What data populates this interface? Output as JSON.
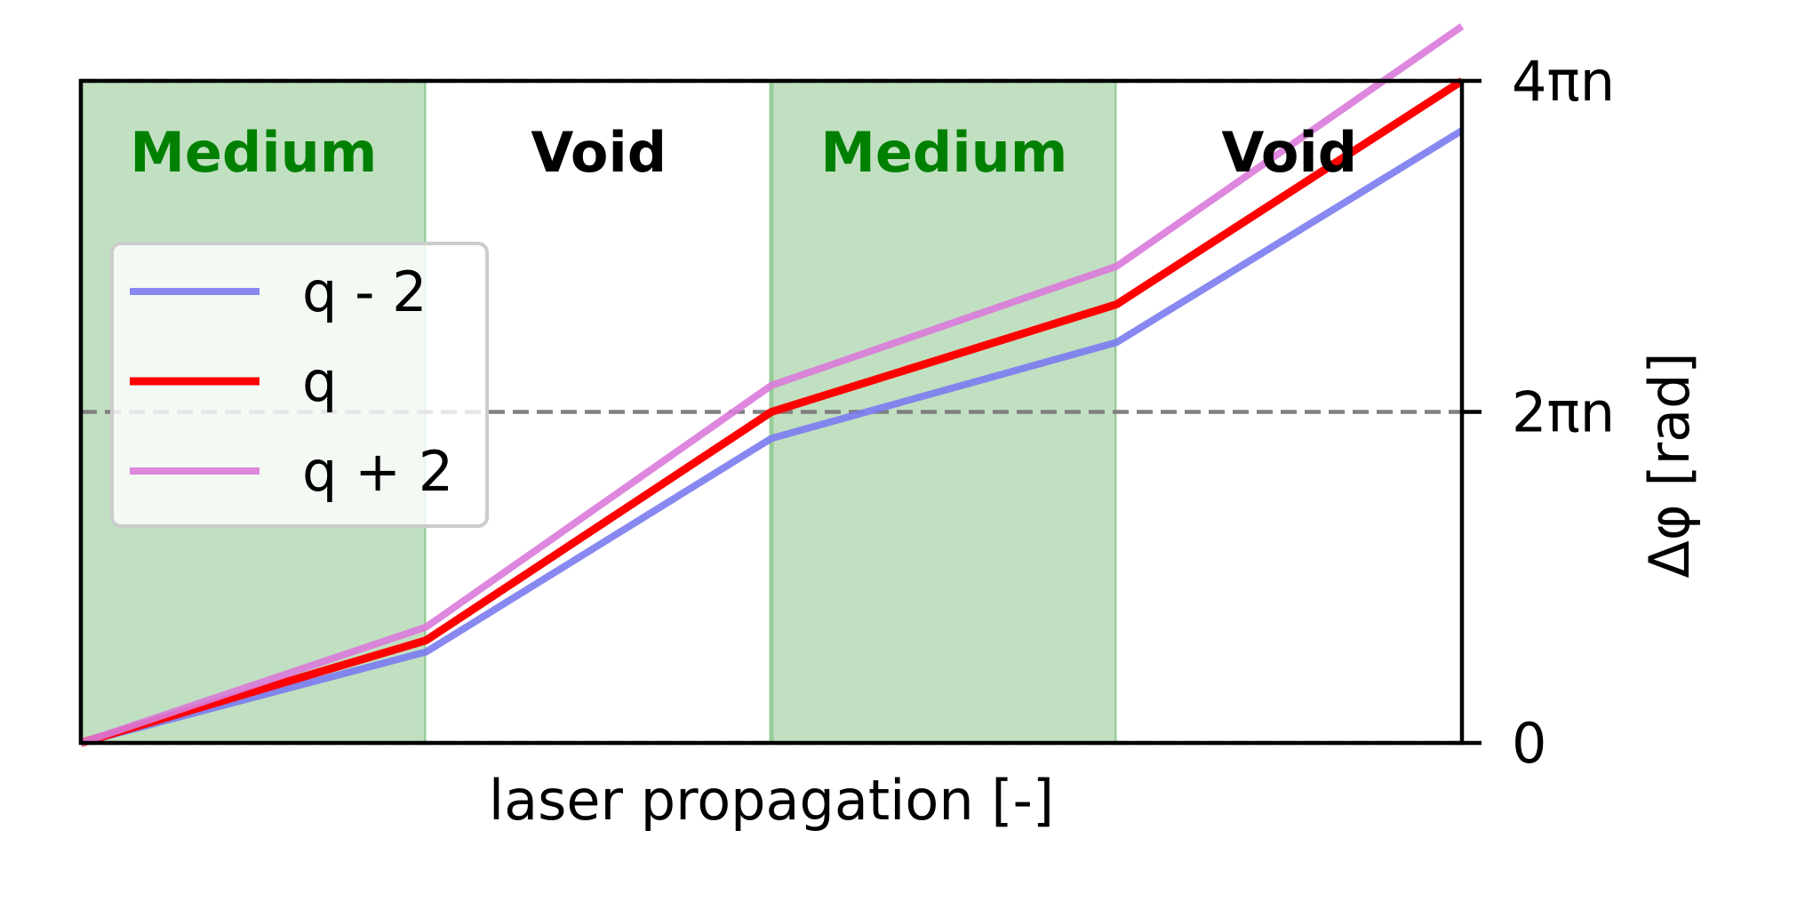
{
  "chart_data": {
    "type": "line",
    "title": "",
    "xlabel": "laser propagation [-]",
    "ylabel": "Δφ [rad]",
    "y_axis_side": "right",
    "xlim": [
      0,
      4
    ],
    "ylim": [
      0,
      4.0
    ],
    "x_ticks_shown": false,
    "y_ticks": [
      {
        "value": 0,
        "label": "0"
      },
      {
        "value": 2,
        "label": "2πn"
      },
      {
        "value": 4,
        "label": "4πn"
      }
    ],
    "reference_lines": [
      {
        "value": 0,
        "style": "dashed",
        "color": "#808080"
      },
      {
        "value": 2,
        "style": "dashed",
        "color": "#808080"
      },
      {
        "value": 4,
        "style": "dashed",
        "color": "#808080"
      }
    ],
    "regions": [
      {
        "label": "Medium",
        "x0": 0,
        "x1": 1,
        "fill": "#c1e0c1",
        "label_color": "#008000"
      },
      {
        "label": "Void",
        "x0": 1,
        "x1": 2,
        "fill": "#ffffff",
        "label_color": "#000000"
      },
      {
        "label": "Medium",
        "x0": 2,
        "x1": 3,
        "fill": "#c1e0c1",
        "label_color": "#008000"
      },
      {
        "label": "Void",
        "x0": 3,
        "x1": 4,
        "fill": "#ffffff",
        "label_color": "#000000"
      }
    ],
    "x": [
      0,
      1,
      2,
      3,
      4
    ],
    "series": [
      {
        "name": "q - 2",
        "color": "#7b7bf0",
        "values": [
          0,
          0.55,
          1.84,
          2.42,
          3.7
        ]
      },
      {
        "name": "q",
        "color": "#ff0000",
        "values": [
          0,
          0.62,
          2.0,
          2.65,
          4.0
        ]
      },
      {
        "name": "q + 2",
        "color": "#da7ada",
        "values": [
          0,
          0.7,
          2.16,
          2.88,
          4.33
        ]
      }
    ],
    "legend": {
      "placement": "upper-left"
    }
  }
}
